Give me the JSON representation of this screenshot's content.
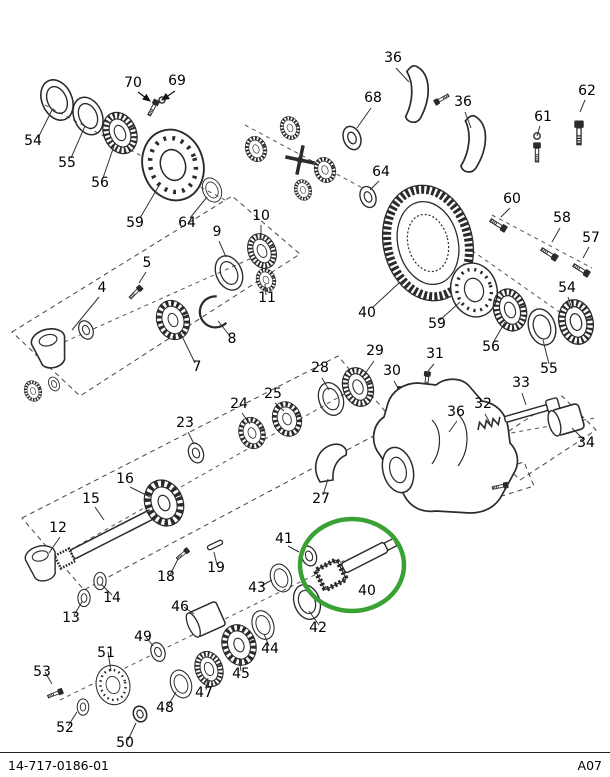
{
  "footer": {
    "part_number": "14-717-0186-01",
    "page_code": "A07"
  },
  "highlight": {
    "color": "#3aa135",
    "circled_part": "40"
  },
  "labels": [
    "70",
    "69",
    "54",
    "55",
    "56",
    "59",
    "64",
    "36",
    "68",
    "36",
    "62",
    "61",
    "60",
    "58",
    "57",
    "64",
    "10",
    "9",
    "5",
    "4",
    "11",
    "8",
    "7",
    "40",
    "59",
    "56",
    "55",
    "54",
    "29",
    "30",
    "31",
    "28",
    "25",
    "24",
    "23",
    "33",
    "32",
    "36",
    "34",
    "27",
    "16",
    "15",
    "12",
    "18",
    "19",
    "14",
    "13",
    "41",
    "43",
    "46",
    "40",
    "42",
    "44",
    "45",
    "49",
    "47",
    "48",
    "51",
    "50",
    "53",
    "52"
  ]
}
